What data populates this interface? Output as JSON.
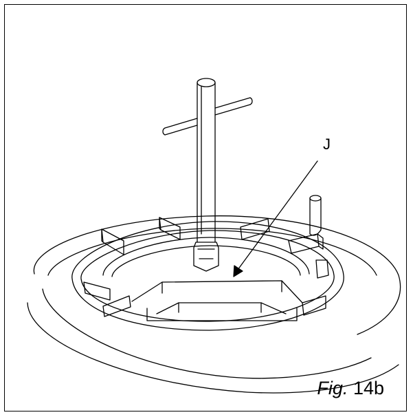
{
  "figure": {
    "caption_prefix": "Fig.",
    "caption_number": "14b",
    "callout_label": "J"
  },
  "colors": {
    "line": "#000000",
    "background": "#ffffff"
  }
}
